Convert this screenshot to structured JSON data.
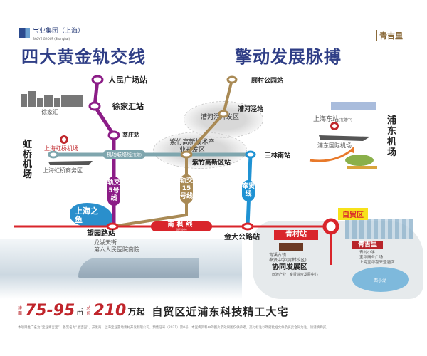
{
  "header": {
    "developer": "宝业集团（上海）",
    "developer_en": "BAOYE GROUP (Shanghai)",
    "project": "青吉里",
    "title_left": "四大黄金轨交线",
    "title_right": "擎动发展脉搏"
  },
  "colors": {
    "title": "#2f3e86",
    "line5": "#8c1d87",
    "line15": "#a98a55",
    "airport_link": "#7fa6ae",
    "fengxian": "#1f92d3",
    "nanfeng": "#d9252b",
    "zone_yellow": "#f7e21a"
  },
  "stations": {
    "renmin": "人民广场站",
    "xujiahui": "徐家汇站",
    "xinzhuang": "莘庄站",
    "gucun": "顾村公园站",
    "caohejing": "漕河泾站",
    "zizhu": "紫竹高新区站",
    "sanlinnan": "三林南站",
    "wangyuan": "望园路站",
    "jinda": "金大公路站",
    "qingcun": "青村站"
  },
  "lines": {
    "line5": "轨交5号线",
    "line15": "轨交15号线",
    "airport_link": "机场联络线",
    "airport_link_note": "(在建)",
    "fengxian": "奉贤线",
    "nanfeng": "南枫线",
    "nanfeng_note": "(规划中)"
  },
  "landmarks": {
    "xujiahui": "徐家汇",
    "hongqiao_airport_title": "虹桥机场",
    "hongqiao_airport": "上海虹桥机场",
    "hongqiao_business": "上海虹桥商务区",
    "caohejing_zone": "漕河泾开发区",
    "zizhu_zone": "紫竹高新技术产业开发区",
    "shanghai_fish": "上海之鱼",
    "longhu": "龙湖天街",
    "hospital": "第六人民医院南院",
    "pudong_title": "浦东机场",
    "shanghai_east": "上海东站",
    "shanghai_east_note": "(在建中)",
    "pudong_airport": "浦东国际机场",
    "ftz": "自贸区",
    "qingcun_items": [
      "青溪古镇",
      "奉贤中学(青村校区)"
    ],
    "xietong": "协同发展区",
    "xietong_sub": "西渡产业 · 奉贤综合发展中心",
    "project_items": [
      "青村小学",
      "宝华商业广场",
      "上海宝华喜来登酒店"
    ],
    "lake": "西小湖"
  },
  "footer": {
    "area_label": "建面",
    "area": "75-95",
    "area_unit": "㎡",
    "price_label": "总价",
    "price": "210",
    "price_unit": "万起",
    "slogan": "自贸区近浦东科技精工大宅",
    "disclaimer": "本项目推广名为“宝业青吉里”，备案名为“星吉园”，开发商：上海宝业置地青村开发有限公司，预售证号（2021）第0号。本宣传资料中的图片及效果图仅供参考，交付标准以政府批准文件及买卖合同为准，请谨慎购买。"
  }
}
